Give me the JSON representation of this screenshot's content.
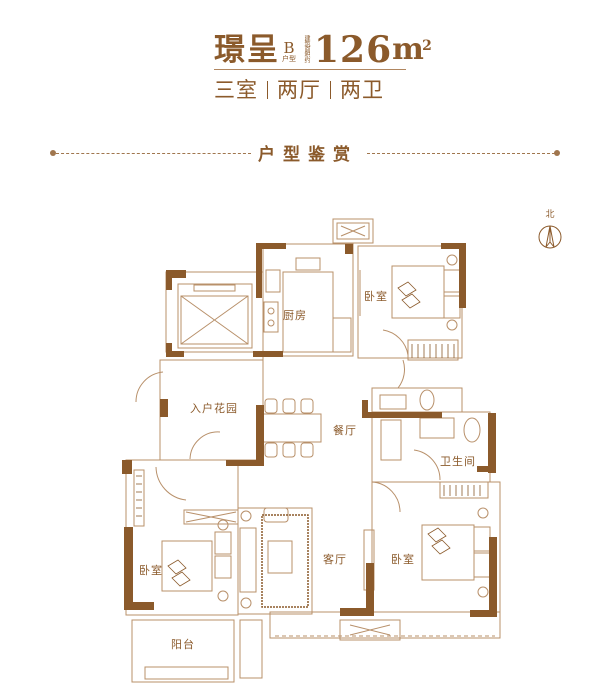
{
  "header": {
    "project_name": "璟呈",
    "unit_type_letter": "B",
    "unit_type_label": "户型",
    "area_label": "建筑面积约",
    "area_value": "126",
    "area_unit": "m",
    "area_unit_sup": "2",
    "layout": [
      "三室",
      "两厅",
      "两卫"
    ]
  },
  "section": {
    "title": "户型鉴赏"
  },
  "compass": {
    "label": "北",
    "icon": "north-arrow-icon"
  },
  "colors": {
    "primary": "#8b5a2b",
    "wall": "#8b5a2b",
    "line": "#b8906a",
    "background": "#ffffff"
  },
  "rooms": {
    "kitchen": "厨房",
    "bedroom_north": "卧室",
    "entry_garden": "入户花园",
    "dining": "餐厅",
    "bathroom": "卫生间",
    "bedroom_west": "卧室",
    "living": "客厅",
    "bedroom_south": "卧室",
    "balcony": "阳台"
  }
}
